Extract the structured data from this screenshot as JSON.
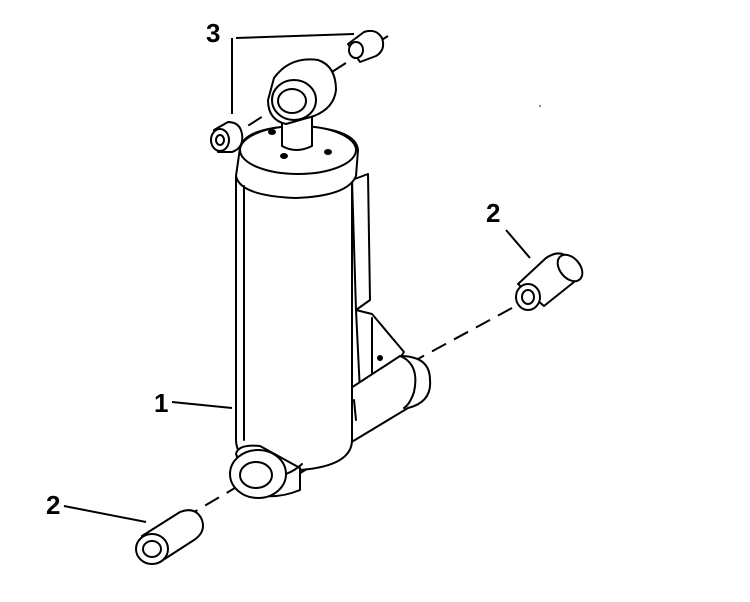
{
  "diagram": {
    "callouts": [
      {
        "id": "cylinder",
        "label": "1"
      },
      {
        "id": "bushing-right",
        "label": "2"
      },
      {
        "id": "bushing-left",
        "label": "2"
      },
      {
        "id": "rod-bushings",
        "label": "3"
      }
    ]
  }
}
